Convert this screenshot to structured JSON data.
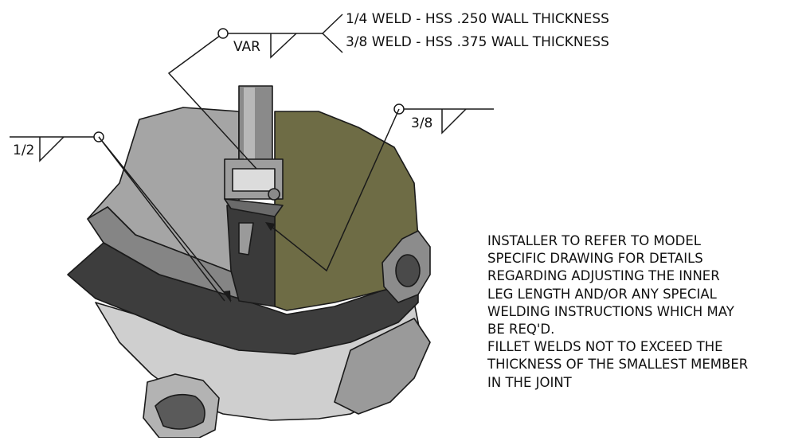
{
  "weld_callouts": {
    "top": {
      "size_label": "VAR",
      "notes": [
        "1/4 WELD - HSS .250 WALL THICKNESS",
        "3/8 WELD - HSS .375 WALL THICKNESS"
      ]
    },
    "left": {
      "size_label": "1/2"
    },
    "right": {
      "size_label": "3/8"
    }
  },
  "installer_note": {
    "lines": [
      "INSTALLER TO REFER TO MODEL",
      "SPECIFIC DRAWING FOR DETAILS",
      "REGARDING ADJUSTING THE INNER",
      "LEG LENGTH AND/OR ANY SPECIAL",
      "WELDING INSTRUCTIONS WHICH MAY",
      "BE REQ'D.",
      "FILLET WELDS NOT TO EXCEED THE",
      "THICKNESS OF THE SMALLEST MEMBER",
      "IN THE JOINT"
    ]
  },
  "colors": {
    "line": "#1a1a1a",
    "light_face": "#a3a3a3",
    "mid_face": "#7f7f7f",
    "dark_band": "#3c3c3c",
    "olive_face": "#6f6d45",
    "pale_face": "#c9c9c9"
  }
}
